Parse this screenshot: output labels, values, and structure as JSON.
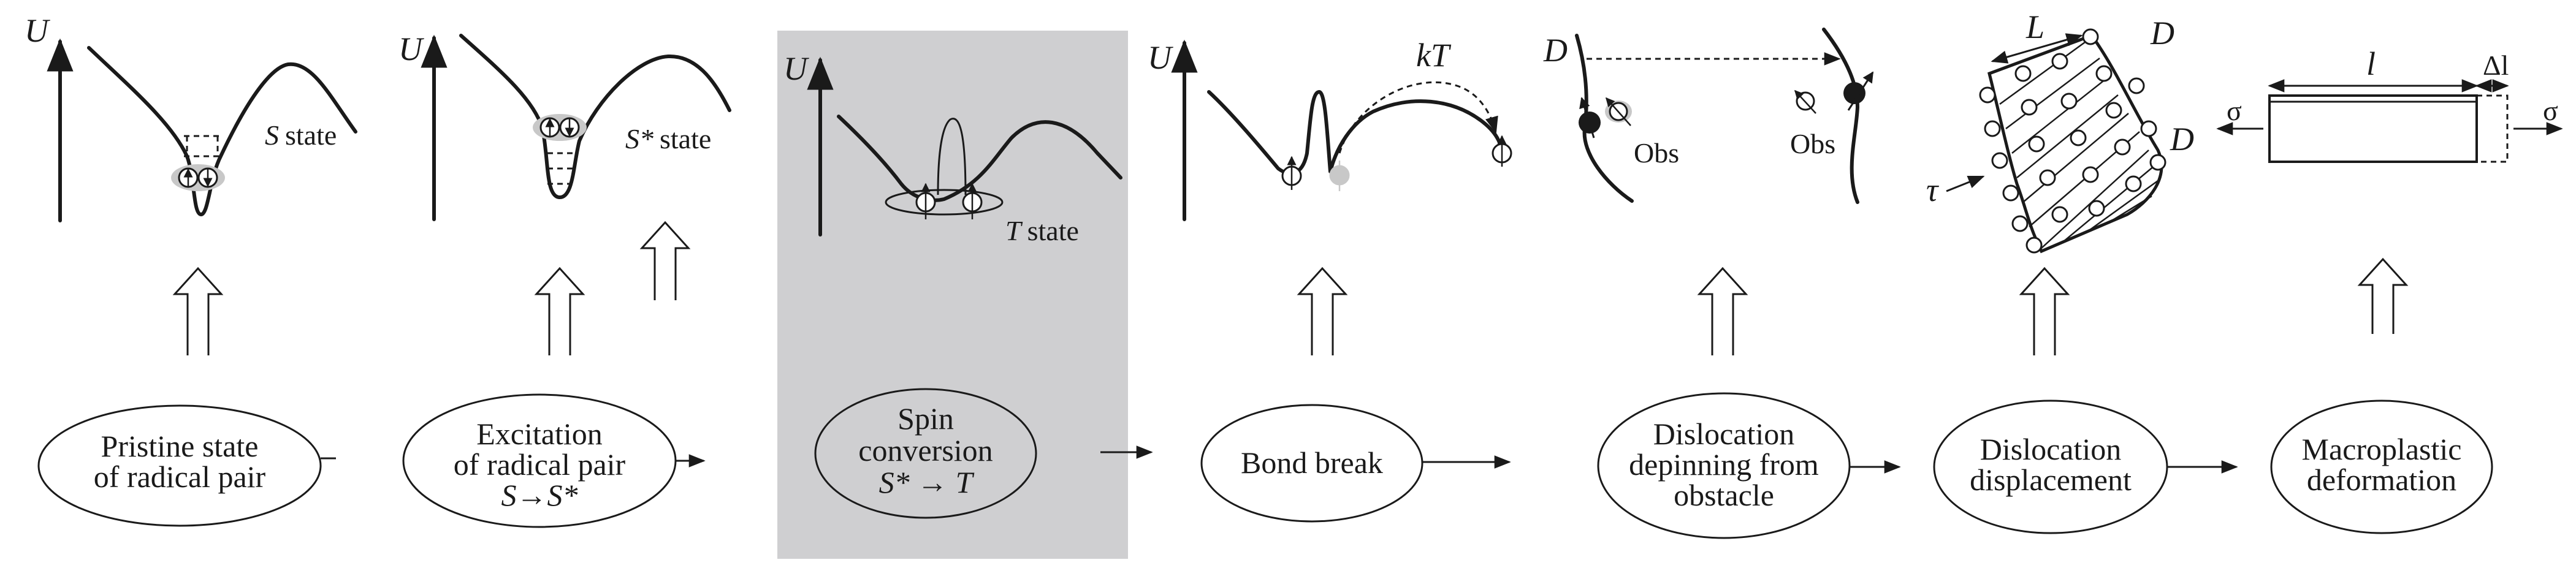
{
  "colors": {
    "highlight_panel": "#cfcfd1",
    "ink": "#1a1a1a",
    "electron_shadow": "#c8c8c8"
  },
  "labels": {
    "energy_axis": "U",
    "s_state_letter": "S",
    "s_state_word": "state",
    "sstar_state_letter": "S*",
    "sstar_state_word": "state",
    "t_state_letter": "T",
    "t_state_word": "state",
    "kt": "kT",
    "dislocation": "D",
    "obstacle": "Obs",
    "length_L": "L",
    "tau": "τ",
    "sigma": "σ",
    "length_l": "l",
    "delta_l": "Δl"
  },
  "stages": [
    {
      "lines": [
        "Pristine state",
        "of radical pair"
      ]
    },
    {
      "lines": [
        "Excitation",
        "of radical pair",
        "S→S*"
      ]
    },
    {
      "lines": [
        "Spin",
        "conversion",
        "S* → T"
      ]
    },
    {
      "lines": [
        "Bond break"
      ]
    },
    {
      "lines": [
        "Dislocation",
        "depinning from",
        "obstacle"
      ]
    },
    {
      "lines": [
        "Dislocation",
        "displacement"
      ]
    },
    {
      "lines": [
        "Macroplastic",
        "deformation"
      ]
    }
  ]
}
